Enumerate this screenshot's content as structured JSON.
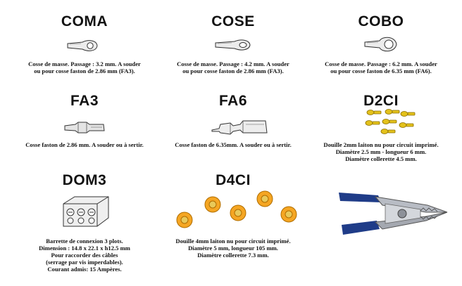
{
  "catalog": {
    "items": [
      {
        "code": "COMA",
        "description": "Cosse de masse. Passage : 3.2 mm. A souder\nou pour cosse faston de 2.86 mm (FA3)."
      },
      {
        "code": "COSE",
        "description": "Cosse de masse. Passage : 4.2 mm. A souder\nou pour cosse faston de 2.86 mm (FA3)."
      },
      {
        "code": "COBO",
        "description": "Cosse de masse. Passage : 6.2 mm. A souder\nou pour cosse faston de 6.35 mm (FA6)."
      },
      {
        "code": "FA3",
        "description": "Cosse faston de 2.86 mm. A souder ou à sertir."
      },
      {
        "code": "FA6",
        "description": "Cosse faston de 6.35mm. A souder ou à sertir."
      },
      {
        "code": "D2CI",
        "description": "Douille 2mm laiton nu pour circuit imprimé.\nDiamètre 2.5 mm - longueur 6 mm.\nDiamètre  collerette 4.5 mm."
      },
      {
        "code": "DOM3",
        "description": "Barrette de connexion 3 plots.\nDimension : 14.8 x 22.1 x h12.5 mm\nPour raccorder des câbles\n(serrage par vis imperdables).\nCourant admis: 15 Ampères."
      },
      {
        "code": "D4CI",
        "description": "Douille 4mm laiton nu pour circuit imprimé.\nDiamètre 5 mm, longueur 105 mm.\nDiamètre collerette 7.3 mm."
      }
    ]
  }
}
